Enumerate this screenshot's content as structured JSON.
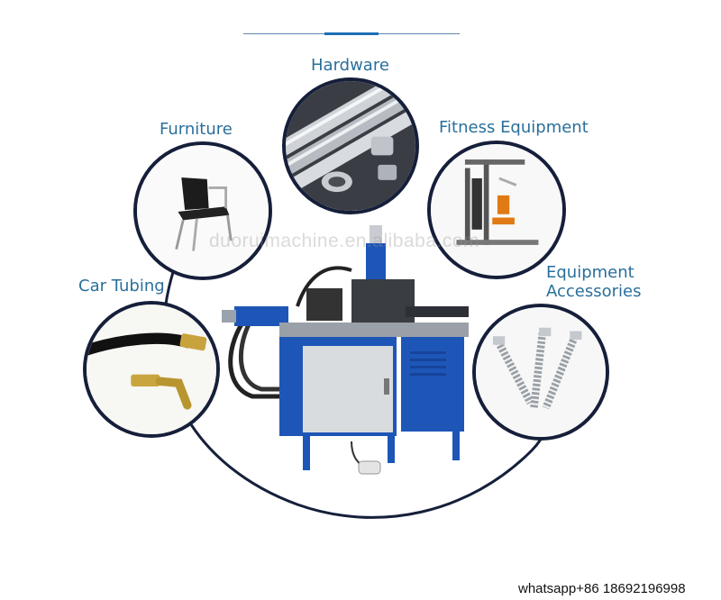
{
  "labels": {
    "hardware": "Hardware",
    "furniture": "Furniture",
    "fitness": "Fitness Equipment",
    "equipment_line1": "Equipment",
    "equipment_line2": "Accessories",
    "car_tubing": "Car Tubing"
  },
  "watermark": "duoruimachine.en.alibaba.com",
  "footer": "whatsapp+86 18692196998",
  "colors": {
    "label": "#2a6f9b",
    "circle_border": "#161f3a",
    "accent_line": "#1f6fb4",
    "machine_blue": "#1e56b8"
  }
}
